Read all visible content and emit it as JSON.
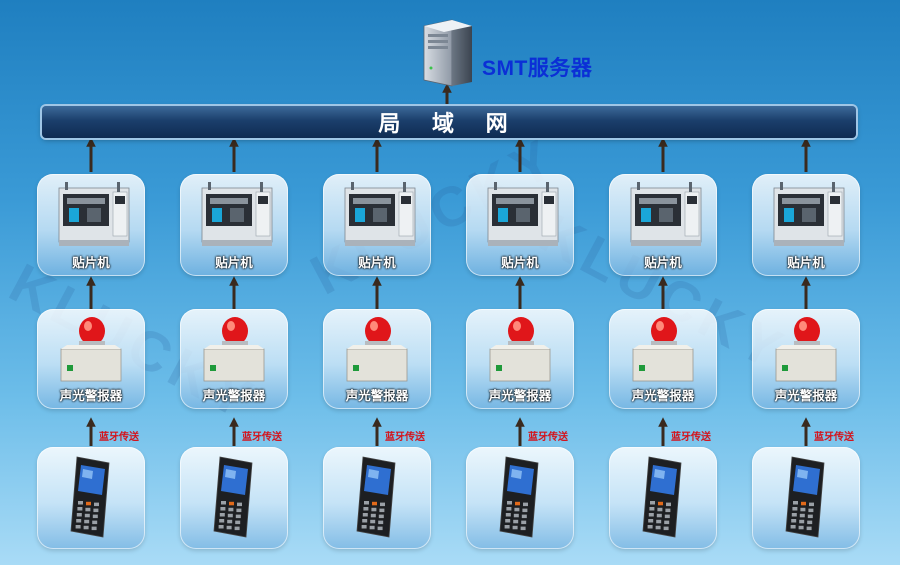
{
  "server": {
    "label": "SMT服务器",
    "icon": "server-icon"
  },
  "lan": {
    "label": "局 域 网"
  },
  "columns": [
    {
      "machine": "贴片机",
      "alarm": "声光警报器",
      "link": "蓝牙传送"
    },
    {
      "machine": "贴片机",
      "alarm": "声光警报器",
      "link": "蓝牙传送"
    },
    {
      "machine": "贴片机",
      "alarm": "声光警报器",
      "link": "蓝牙传送"
    },
    {
      "machine": "贴片机",
      "alarm": "声光警报器",
      "link": "蓝牙传送"
    },
    {
      "machine": "贴片机",
      "alarm": "声光警报器",
      "link": "蓝牙传送"
    },
    {
      "machine": "贴片机",
      "alarm": "声光警报器",
      "link": "蓝牙传送"
    }
  ],
  "watermark": {
    "text": "KLUCKY"
  },
  "colors": {
    "server_label": "#0b2fd6",
    "link_label": "#d4131b",
    "arrow": "#3a2a1e",
    "lan_bar": "#1b3f6c"
  }
}
